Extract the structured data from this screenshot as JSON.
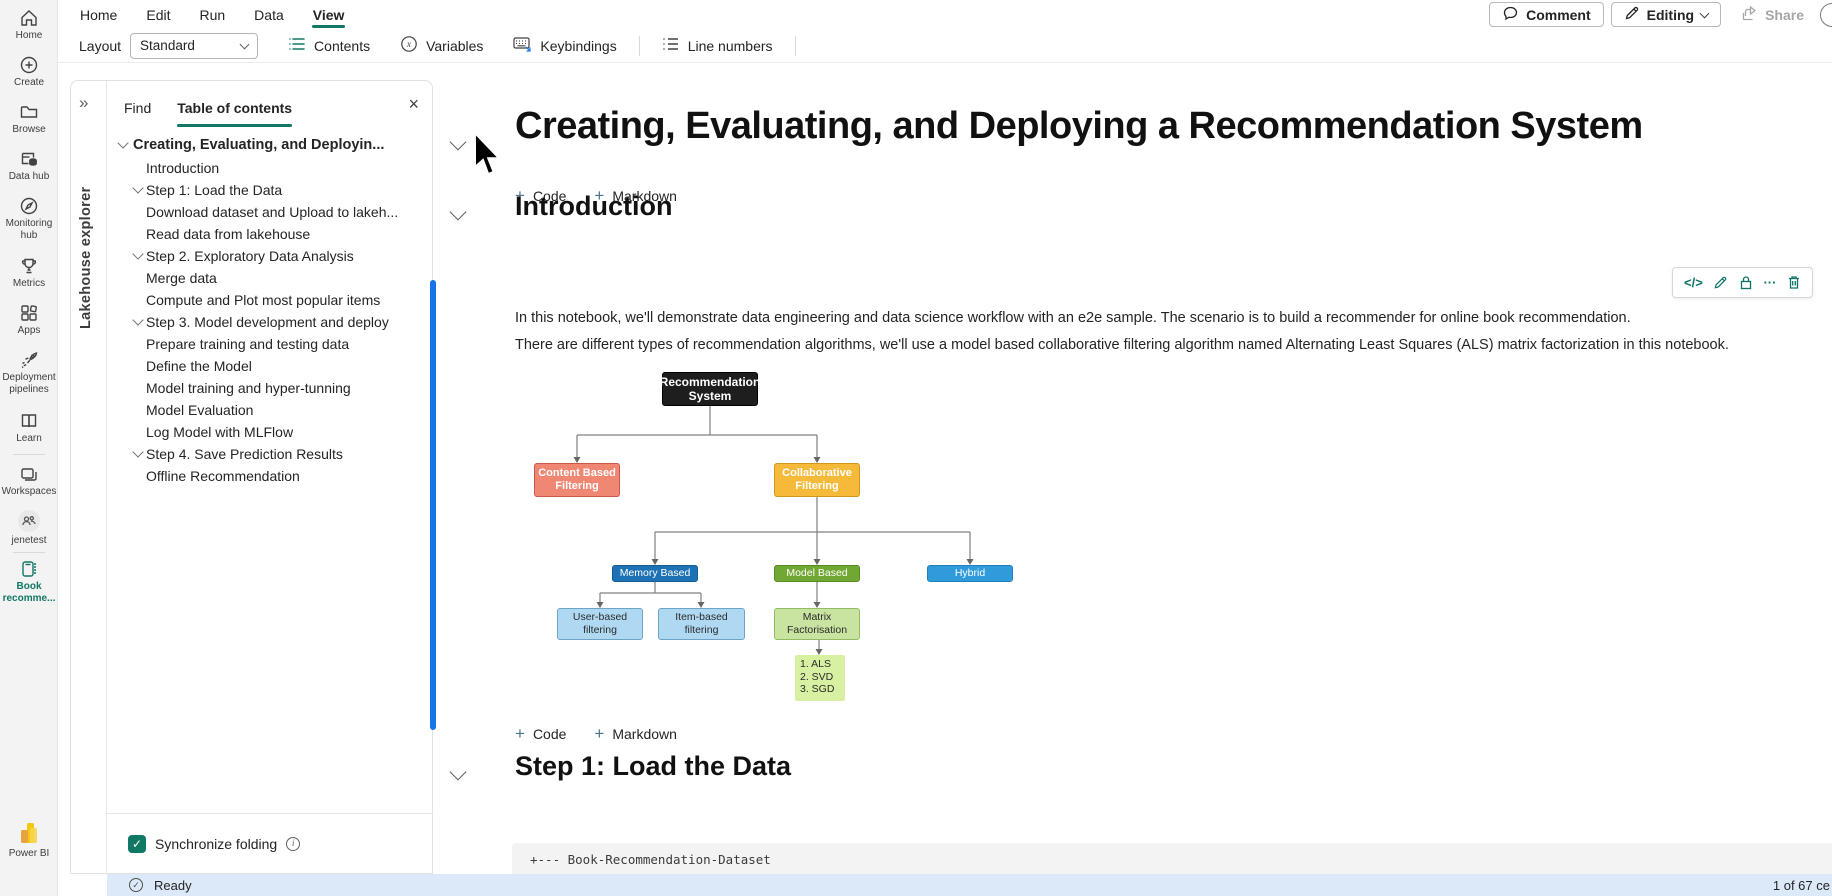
{
  "nav_rail": {
    "items": [
      {
        "label": "Home",
        "icon": "home-icon"
      },
      {
        "label": "Create",
        "icon": "create-icon"
      },
      {
        "label": "Browse",
        "icon": "browse-icon"
      },
      {
        "label": "Data hub",
        "icon": "data-hub-icon"
      },
      {
        "label": "Monitoring hub",
        "icon": "monitoring-hub-icon"
      },
      {
        "label": "Metrics",
        "icon": "metrics-icon"
      },
      {
        "label": "Apps",
        "icon": "apps-icon"
      },
      {
        "label": "Deployment pipelines",
        "icon": "deployment-pipelines-icon"
      },
      {
        "label": "Learn",
        "icon": "learn-icon"
      },
      {
        "label": "Workspaces",
        "icon": "workspaces-icon"
      },
      {
        "label": "jenetest",
        "icon": "workspace-avatar-icon"
      },
      {
        "label": "Book recomme...",
        "icon": "notebook-icon"
      }
    ],
    "product_label": "Power BI"
  },
  "menu_bar": {
    "tabs": [
      "Home",
      "Edit",
      "Run",
      "Data",
      "View"
    ],
    "active_tab": "View",
    "comment_label": "Comment",
    "editing_label": "Editing",
    "share_label": "Share"
  },
  "toolbar": {
    "layout_label": "Layout",
    "layout_value": "Standard",
    "contents_label": "Contents",
    "variables_label": "Variables",
    "keybindings_label": "Keybindings",
    "line_numbers_label": "Line numbers"
  },
  "left_panel": {
    "expand_icon": "»",
    "explorer_label": "Lakehouse explorer",
    "find_tab": "Find",
    "toc_tab": "Table of contents",
    "close_icon": "×",
    "tree": [
      {
        "label": "Creating, Evaluating, and Deployin..."
      },
      {
        "label": "Introduction"
      },
      {
        "label": "Step 1: Load the Data"
      },
      {
        "label": "Download dataset and Upload to lakeh..."
      },
      {
        "label": "Read data from lakehouse"
      },
      {
        "label": "Step 2. Exploratory Data Analysis"
      },
      {
        "label": "Merge data"
      },
      {
        "label": "Compute and Plot most popular items"
      },
      {
        "label": "Step 3. Model development and deploy"
      },
      {
        "label": "Prepare training and testing data"
      },
      {
        "label": "Define the Model"
      },
      {
        "label": "Model training and hyper-tunning"
      },
      {
        "label": "Model Evaluation"
      },
      {
        "label": "Log Model with MLFlow"
      },
      {
        "label": "Step 4. Save Prediction Results"
      },
      {
        "label": "Offline Recommendation"
      }
    ],
    "sync_folding_label": "Synchronize folding"
  },
  "notebook": {
    "title": "Creating, Evaluating, and Deploying a Recommendation System",
    "add_code_label": "Code",
    "add_markdown_label": "Markdown",
    "intro_heading": "Introduction",
    "paragraph1": "In this notebook, we'll demonstrate data engineering and data science workflow with an e2e sample. The scenario is to build a recommender for online book recommendation.",
    "paragraph2": "There are different types of recommendation algorithms, we'll use a model based collaborative filtering algorithm named Alternating Least Squares (ALS) matrix factorization in this notebook.",
    "step1_heading": "Step 1: Load the Data",
    "code_preview": "+--- Book-Recommendation-Dataset"
  },
  "diagram": {
    "nodes": [
      {
        "id": "root",
        "label": "Recommendation System",
        "bg": "#1e1e1e",
        "border": "#000000",
        "text": "#ffffff"
      },
      {
        "id": "content",
        "label": "Content Based Filtering",
        "bg": "#f08773",
        "border": "#c8584a",
        "text": "#ffffff"
      },
      {
        "id": "collab",
        "label": "Collaborative Filtering",
        "bg": "#f6ba3b",
        "border": "#d2961b",
        "text": "#ffffff"
      },
      {
        "id": "memory",
        "label": "Memory Based",
        "bg": "#1d71b5",
        "border": "#155c95",
        "text": "#ffffff"
      },
      {
        "id": "model",
        "label": "Model Based",
        "bg": "#71a733",
        "border": "#5a8a22",
        "text": "#ffffff"
      },
      {
        "id": "hybrid",
        "label": "Hybrid",
        "bg": "#2f9bdb",
        "border": "#2180ba",
        "text": "#ffffff"
      },
      {
        "id": "user",
        "label": "User-based filtering",
        "bg": "#afd9f2",
        "border": "#6fa3c4",
        "text": "#2b2b2b"
      },
      {
        "id": "item",
        "label": "Item-based filtering",
        "bg": "#afd9f2",
        "border": "#6fa3c4",
        "text": "#2b2b2b"
      },
      {
        "id": "matrix",
        "label": "Matrix Factorisation",
        "bg": "#c9e3a0",
        "border": "#93bc62",
        "text": "#2b2b2b"
      },
      {
        "id": "als",
        "label": "1. ALS\n2. SVD\n3. SGD",
        "bg": "#d8f0a2",
        "border": "",
        "text": "#2b2b2b"
      }
    ]
  },
  "status_bar": {
    "ready_label": "Ready",
    "cells_label": "1 of 67 ce"
  },
  "colors": {
    "accent_teal": "#117865",
    "scrollbar_blue": "#1673e8",
    "status_bg": "#dbe9f8"
  }
}
